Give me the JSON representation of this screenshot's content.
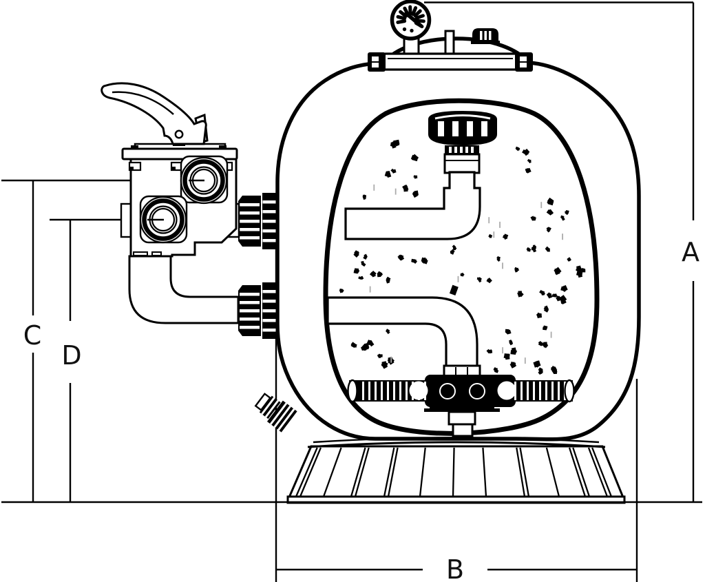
{
  "labels": {
    "a": "A",
    "b": "B",
    "c": "C",
    "d": "D"
  },
  "colors": {
    "ink": "#000000",
    "background": "#ffffff",
    "speckle_gray": "#ababab"
  }
}
